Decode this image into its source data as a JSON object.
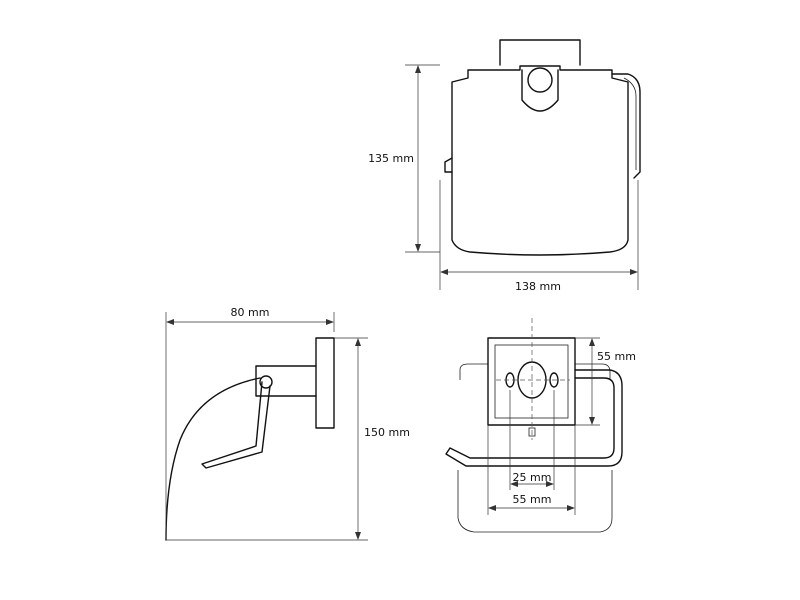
{
  "drawing": {
    "dimensions": {
      "front_height": "135 mm",
      "front_width": "138 mm",
      "side_depth": "80 mm",
      "side_height": "150 mm",
      "plate_size": "55 mm",
      "hole_spacing": "25 mm",
      "bottom_width": "55 mm"
    }
  }
}
